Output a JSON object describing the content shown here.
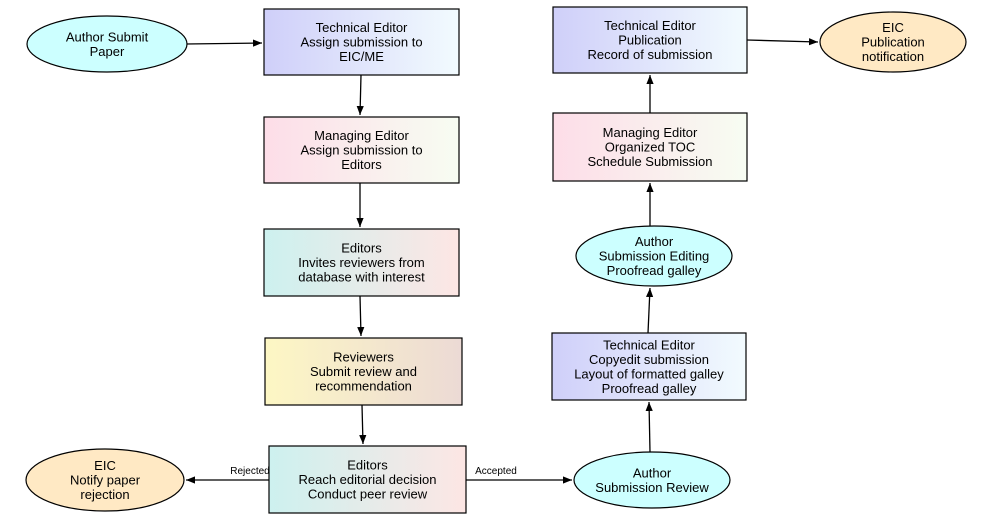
{
  "nodes": {
    "author_submit": {
      "lines": [
        "Author Submit",
        "Paper"
      ],
      "shape": "ellipse",
      "fill": "#ccffff"
    },
    "tech_assign": {
      "lines": [
        "Technical Editor",
        "Assign submission to",
        "EIC/ME"
      ],
      "shape": "box",
      "fill": "gradient-blue"
    },
    "me_assign": {
      "lines": [
        "Managing Editor",
        "Assign submission to",
        "Editors"
      ],
      "shape": "box",
      "fill": "gradient-pink"
    },
    "editors_invite": {
      "lines": [
        "Editors",
        "Invites reviewers from",
        "database with interest"
      ],
      "shape": "box",
      "fill": "gradient-teal-pink"
    },
    "reviewers": {
      "lines": [
        "Reviewers",
        "Submit review and",
        "recommendation"
      ],
      "shape": "box",
      "fill": "gradient-yellow"
    },
    "editors_decision": {
      "lines": [
        "Editors",
        "Reach editorial decision",
        "Conduct peer review"
      ],
      "shape": "box",
      "fill": "gradient-teal-pink"
    },
    "eic_reject": {
      "lines": [
        "EIC",
        "Notify paper",
        "rejection"
      ],
      "shape": "ellipse",
      "fill": "#ffe9c4"
    },
    "author_review": {
      "lines": [
        "Author",
        "Submission Review"
      ],
      "shape": "ellipse",
      "fill": "#ccffff"
    },
    "tech_copyedit": {
      "lines": [
        "Technical Editor",
        "Copyedit submission",
        "Layout of formatted galley",
        "Proofread galley"
      ],
      "shape": "box",
      "fill": "gradient-blue"
    },
    "author_editing": {
      "lines": [
        "Author",
        "Submission Editing",
        "Proofread galley"
      ],
      "shape": "ellipse",
      "fill": "#ccffff"
    },
    "me_toc": {
      "lines": [
        "Managing Editor",
        "Organized TOC",
        "Schedule Submission"
      ],
      "shape": "box",
      "fill": "gradient-pink"
    },
    "tech_publication": {
      "lines": [
        "Technical Editor",
        "Publication",
        "Record of submission"
      ],
      "shape": "box",
      "fill": "gradient-blue"
    },
    "eic_publication": {
      "lines": [
        "EIC",
        "Publication",
        "notification"
      ],
      "shape": "ellipse",
      "fill": "#ffe9c4"
    }
  },
  "edges": [
    {
      "from": "author_submit",
      "to": "tech_assign",
      "label": ""
    },
    {
      "from": "tech_assign",
      "to": "me_assign",
      "label": ""
    },
    {
      "from": "me_assign",
      "to": "editors_invite",
      "label": ""
    },
    {
      "from": "editors_invite",
      "to": "reviewers",
      "label": ""
    },
    {
      "from": "reviewers",
      "to": "editors_decision",
      "label": ""
    },
    {
      "from": "editors_decision",
      "to": "eic_reject",
      "label": "Rejected"
    },
    {
      "from": "editors_decision",
      "to": "author_review",
      "label": "Accepted"
    },
    {
      "from": "author_review",
      "to": "tech_copyedit",
      "label": ""
    },
    {
      "from": "tech_copyedit",
      "to": "author_editing",
      "label": ""
    },
    {
      "from": "author_editing",
      "to": "me_toc",
      "label": ""
    },
    {
      "from": "me_toc",
      "to": "tech_publication",
      "label": ""
    },
    {
      "from": "tech_publication",
      "to": "eic_publication",
      "label": ""
    }
  ]
}
